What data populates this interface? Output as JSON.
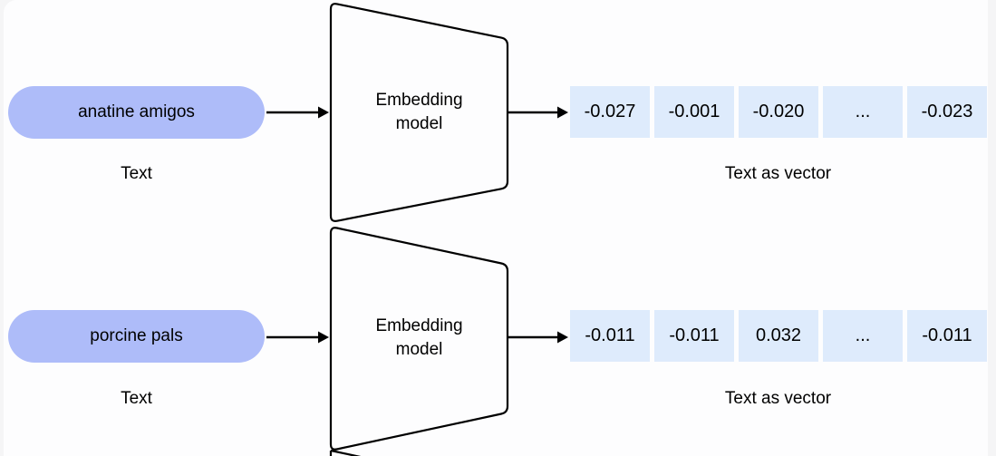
{
  "diagram": {
    "rows": [
      {
        "input_text": "anatine amigos",
        "input_caption": "Text",
        "model_label": "Embedding model",
        "vector_caption": "Text as vector",
        "cells": [
          "-0.027",
          "-0.001",
          "-0.020",
          "...",
          "-0.023"
        ]
      },
      {
        "input_text": "porcine pals",
        "input_caption": "Text",
        "model_label": "Embedding model",
        "vector_caption": "Text as vector",
        "cells": [
          "-0.011",
          "-0.011",
          "0.032",
          "...",
          "-0.011"
        ]
      }
    ],
    "colors": {
      "pill": "#aebcf9",
      "vector_cell": "#deebfc",
      "stroke": "#000000",
      "canvas": "#fdfdfe",
      "page_background": "#f5f5f6"
    }
  }
}
